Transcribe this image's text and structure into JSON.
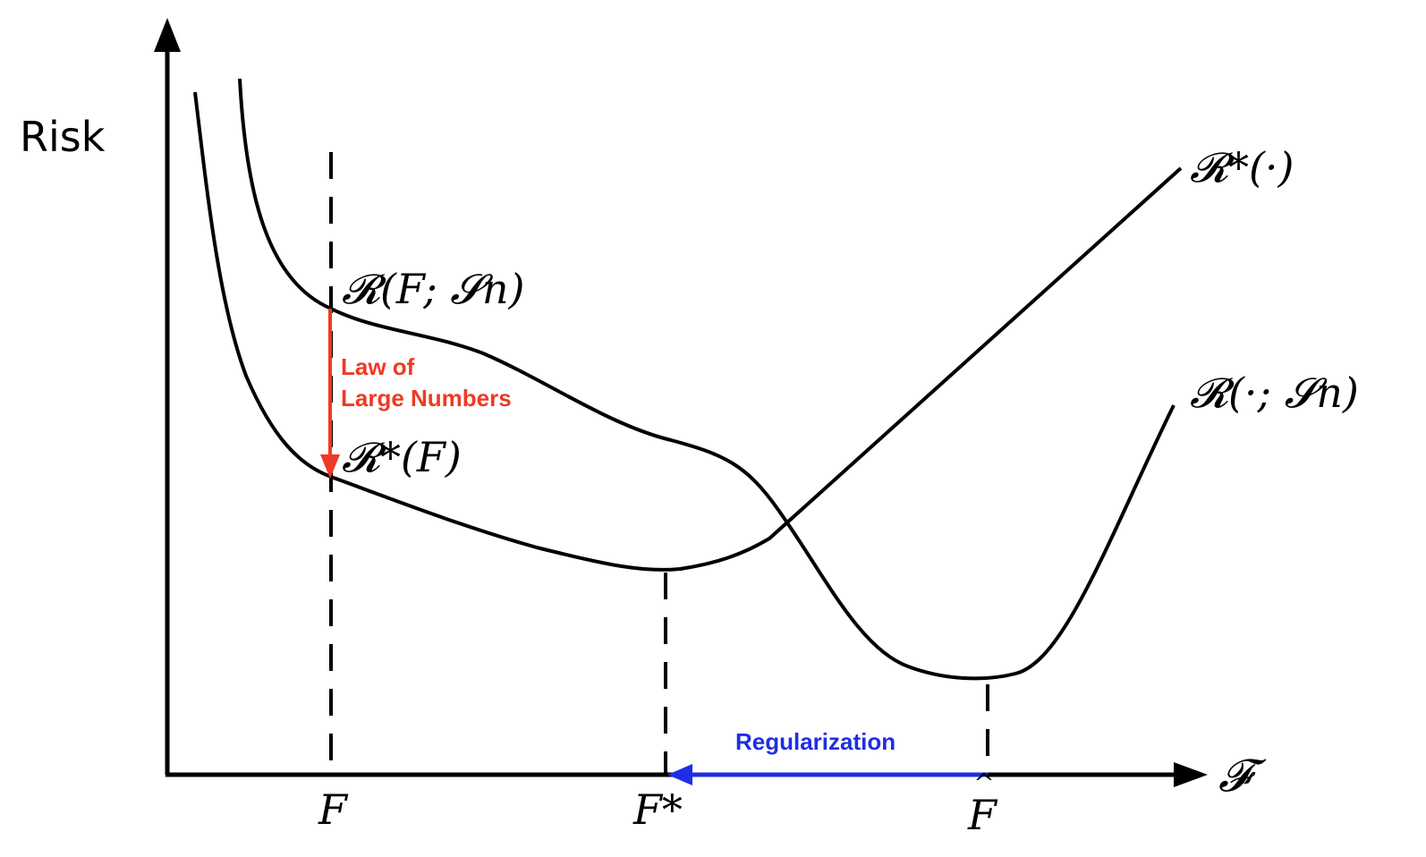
{
  "axes": {
    "y_label": "Risk",
    "x_label": "𝓕"
  },
  "ticks": {
    "f": "F",
    "f_star": "F*",
    "f_hat": "F"
  },
  "curves": {
    "true_risk": "𝓡*(·)",
    "empirical_risk": "𝓡(·; 𝓢n)"
  },
  "points": {
    "empirical_at_f": "𝓡(F; 𝓢n)",
    "true_at_f": "𝓡*(F)"
  },
  "annotations": {
    "lln_line1": "Law of",
    "lln_line2": "Large Numbers",
    "regularization": "Regularization"
  },
  "colors": {
    "lln": "#ee3a24",
    "regularization": "#1f2ee6",
    "ink": "#000000"
  }
}
